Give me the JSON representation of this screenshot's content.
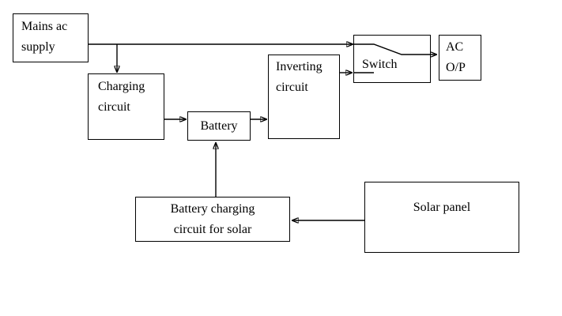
{
  "diagram": {
    "type": "block-diagram",
    "background_color": "#ffffff",
    "line_color": "#000000",
    "box_fill_color": "#ffffff",
    "blocks": {
      "mains": {
        "line1": "Mains ac",
        "line2": "supply"
      },
      "charging": {
        "line1": "Charging",
        "line2": "circuit"
      },
      "battery": {
        "line1": "Battery"
      },
      "inverting": {
        "line1": "Inverting",
        "line2": "circuit"
      },
      "switch": {
        "line1": "Switch"
      },
      "ac_output": {
        "line1": "AC",
        "line2": "O/P"
      },
      "solar_charging": {
        "line1": "Battery charging",
        "line2": "circuit for solar"
      },
      "solar_panel": {
        "line1": "Solar panel"
      }
    },
    "connections": [
      {
        "from": "Mains ac supply",
        "to": "Switch",
        "style": "arrow"
      },
      {
        "from": "Mains ac supply",
        "to": "Charging circuit",
        "style": "arrow"
      },
      {
        "from": "Charging circuit",
        "to": "Battery",
        "style": "arrow"
      },
      {
        "from": "Battery",
        "to": "Inverting circuit",
        "style": "arrow"
      },
      {
        "from": "Inverting circuit",
        "to": "Switch",
        "style": "arrow"
      },
      {
        "from": "Switch",
        "to": "AC O/P",
        "style": "arrow, switch blade on mains input"
      },
      {
        "from": "Battery charging circuit for solar",
        "to": "Battery",
        "style": "arrow"
      },
      {
        "from": "Solar panel",
        "to": "Battery charging circuit for solar",
        "style": "arrow"
      }
    ]
  }
}
